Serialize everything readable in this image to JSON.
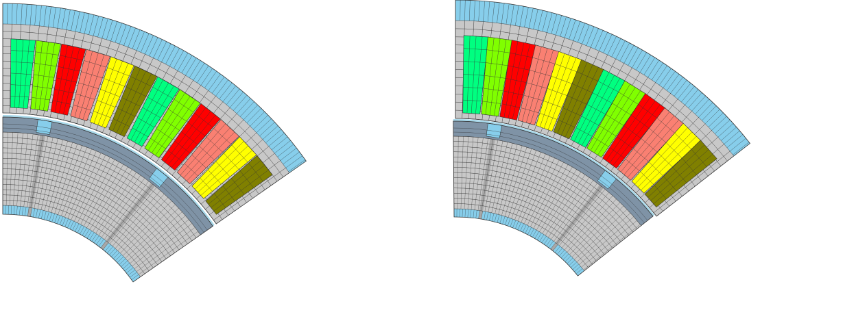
{
  "figure": {
    "description_free": true,
    "panels": [
      {
        "id": "left",
        "slot_count": 12,
        "rotor_gap_style": "aligned"
      },
      {
        "id": "right",
        "slot_count": 12,
        "rotor_gap_style": "offset"
      }
    ]
  },
  "colors": {
    "background": "#ffffff",
    "stator_core": "#c8c8c8",
    "outer_ring": "#87ceeb",
    "rotor_core": "#c8c8c8",
    "rotor_band": "#7f93a6",
    "air_gap": "#a8d8ea",
    "magnet_gap": "#87ceeb",
    "mesh": "#2b2b2b",
    "phases": [
      "#00ff80",
      "#80ff00",
      "#ff0000",
      "#fa8072",
      "#ffff00",
      "#808000"
    ]
  }
}
